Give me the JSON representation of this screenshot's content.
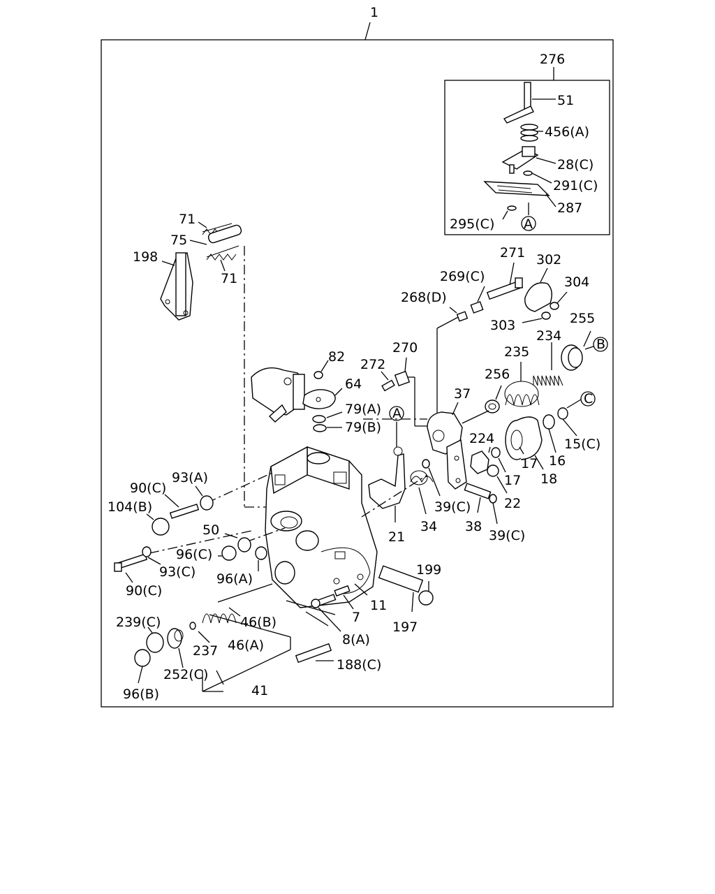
{
  "diagram": {
    "assembly_label": "1",
    "inset_label": "276",
    "callouts": {
      "c51": "51",
      "c456A": "456(A)",
      "c28C": "28(C)",
      "c291C": "291(C)",
      "c287": "287",
      "c295C": "295(C)",
      "cA_inset": "A",
      "c71a": "71",
      "c75": "75",
      "c198": "198",
      "c71b": "71",
      "c271": "271",
      "c302": "302",
      "c269C": "269(C)",
      "c304": "304",
      "c268D": "268(D)",
      "c303": "303",
      "c255": "255",
      "cB": "B",
      "c234": "234",
      "c235": "235",
      "c82": "82",
      "c270": "270",
      "c272": "272",
      "c64": "64",
      "c256": "256",
      "c37": "37",
      "cA_main": "A",
      "c79A": "79(A)",
      "c79B": "79(B)",
      "cC": "C",
      "c15C": "15(C)",
      "c224": "224",
      "c16": "16",
      "c17a": "17",
      "c17b": "17",
      "c18": "18",
      "c93A": "93(A)",
      "c90Ca": "90(C)",
      "c104B": "104(B)",
      "c22": "22",
      "c39Ca": "39(C)",
      "c50": "50",
      "c34": "34",
      "c38": "38",
      "c21": "21",
      "c39Cb": "39(C)",
      "c96C": "96(C)",
      "c93C": "93(C)",
      "c96A": "96(A)",
      "c199": "199",
      "c90Cb": "90(C)",
      "c11": "11",
      "c7": "7",
      "c197": "197",
      "c239C": "239(C)",
      "c46B": "46(B)",
      "c8A": "8(A)",
      "c237": "237",
      "c46A": "46(A)",
      "c188C": "188(C)",
      "c252C": "252(C)",
      "c96B": "96(B)",
      "c41": "41"
    }
  }
}
